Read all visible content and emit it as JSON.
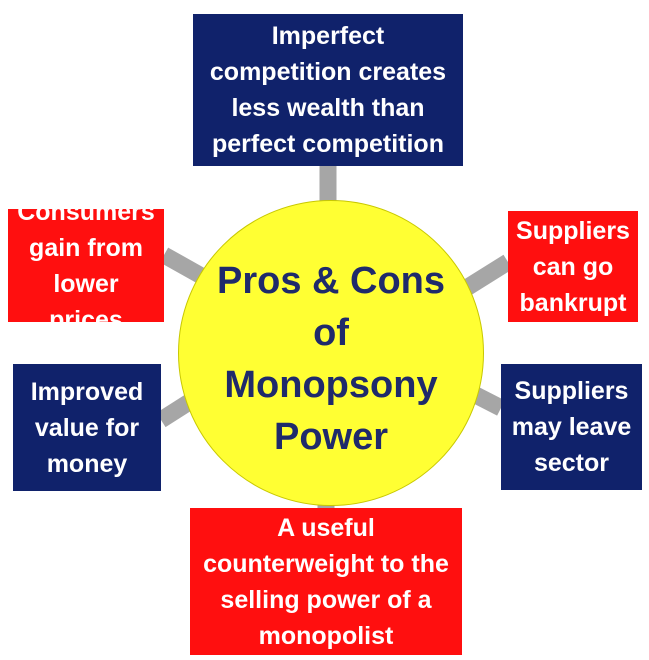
{
  "hub": {
    "title": "Pros & Cons of Monopsony Power"
  },
  "nodes": {
    "top": "Imperfect competition creates less wealth than perfect competition",
    "upper_left": "Consumers gain from lower prices",
    "upper_right": "Suppliers can go bankrupt",
    "lower_left": "Improved value for money",
    "lower_right": "Suppliers may leave sector",
    "bottom": "A useful counterweight to the selling power of a monopolist"
  },
  "colors": {
    "navy_box": "#10226b",
    "red_box": "#ff0f0f",
    "hub_fill": "#ffff33",
    "hub_text": "#1f2a6b",
    "connector": "#a6a6a6"
  }
}
